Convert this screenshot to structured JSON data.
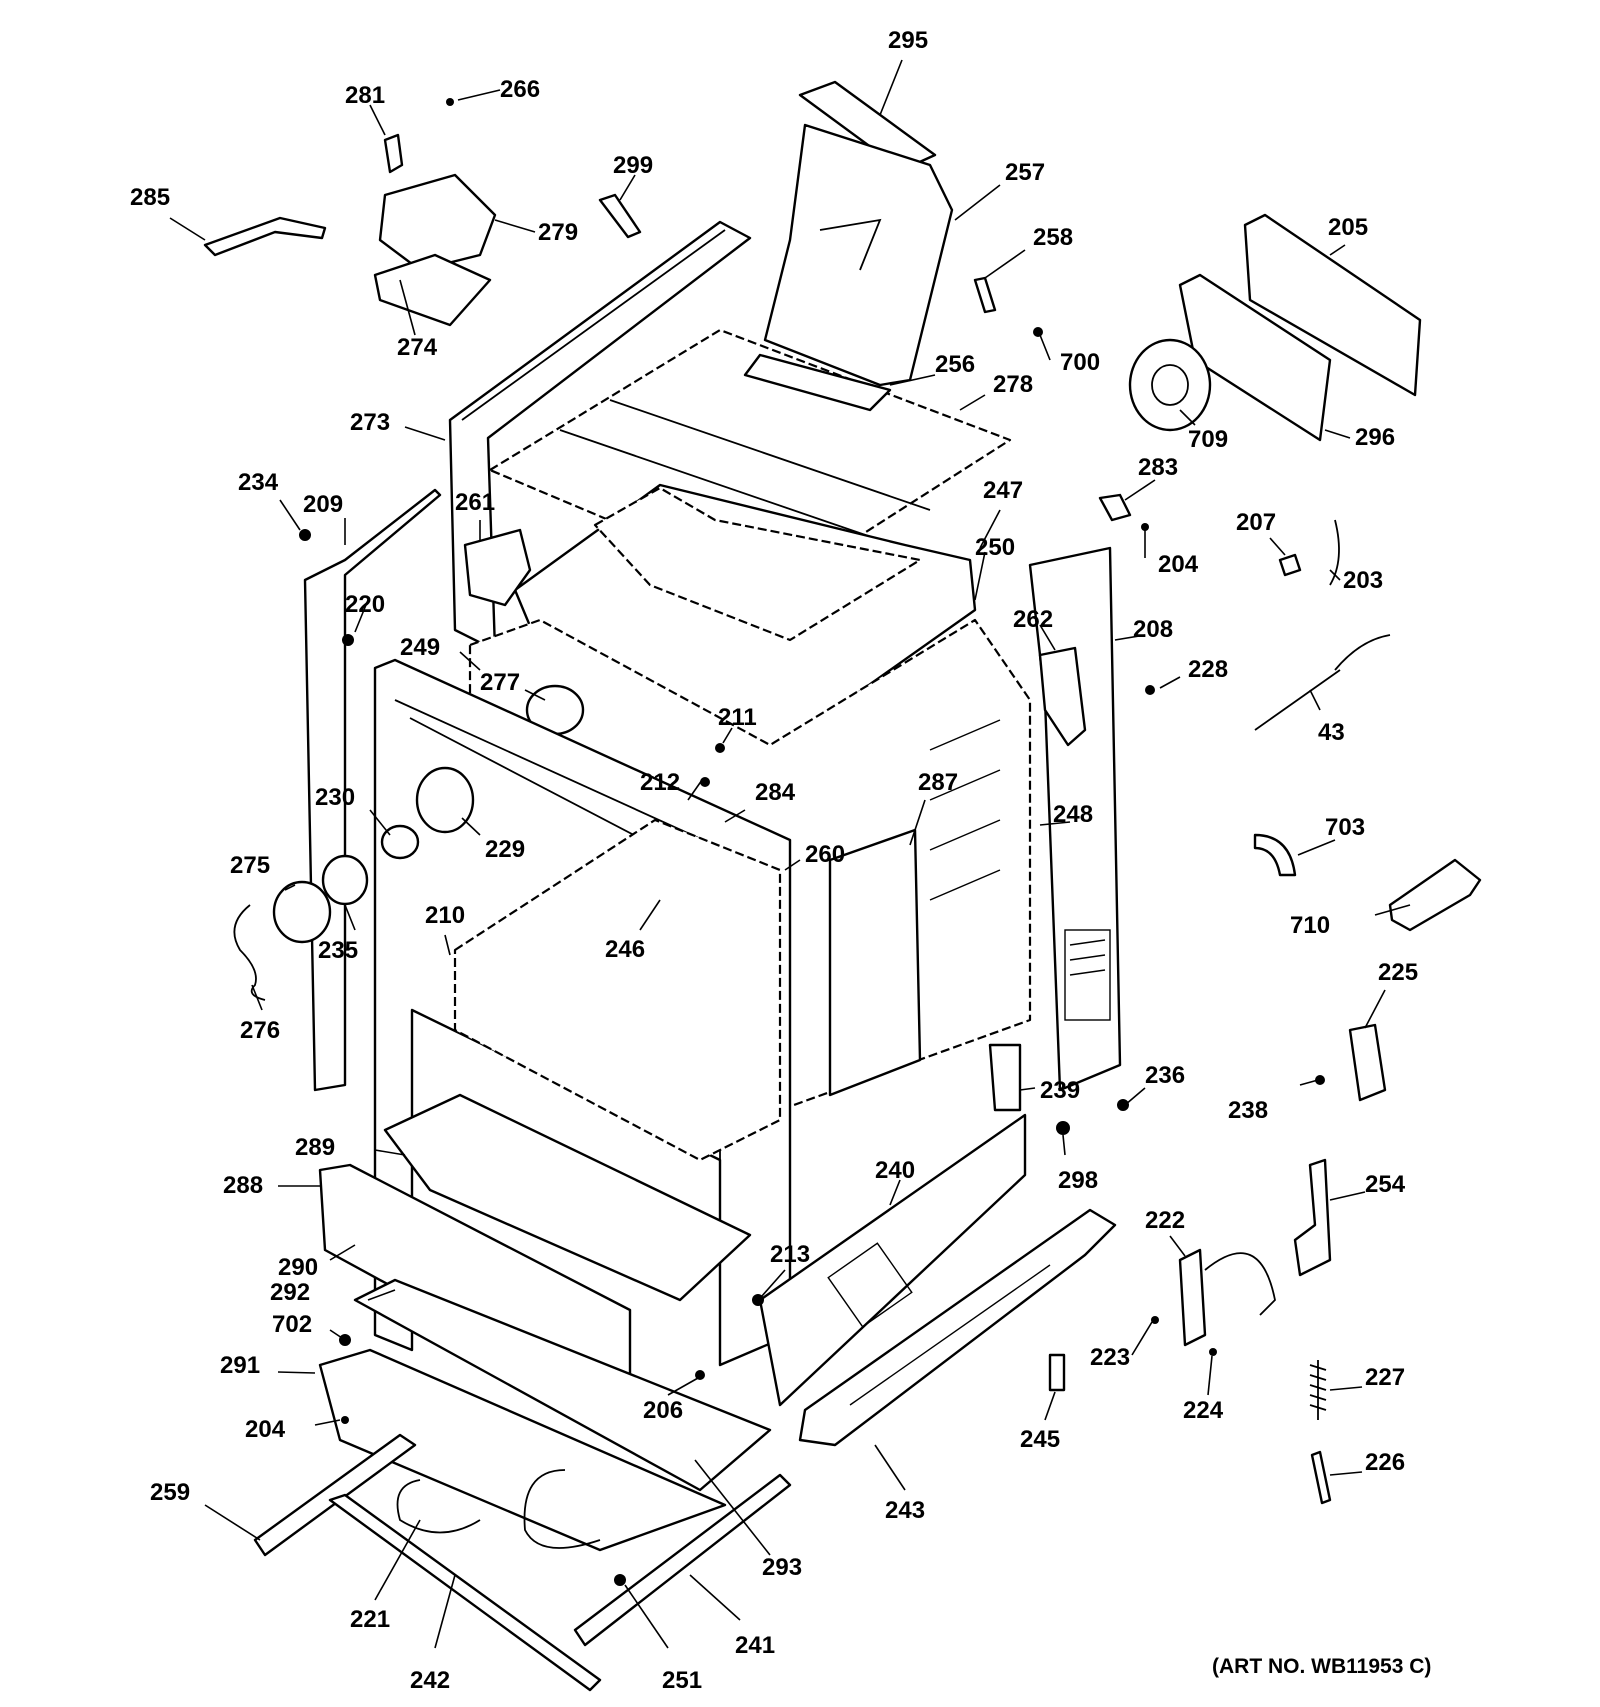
{
  "diagram": {
    "callouts": [
      {
        "id": "295",
        "label": "295"
      },
      {
        "id": "266",
        "label": "266"
      },
      {
        "id": "281",
        "label": "281"
      },
      {
        "id": "299",
        "label": "299"
      },
      {
        "id": "257",
        "label": "257"
      },
      {
        "id": "285",
        "label": "285"
      },
      {
        "id": "279",
        "label": "279"
      },
      {
        "id": "258",
        "label": "258"
      },
      {
        "id": "205",
        "label": "205"
      },
      {
        "id": "274",
        "label": "274"
      },
      {
        "id": "700",
        "label": "700"
      },
      {
        "id": "256",
        "label": "256"
      },
      {
        "id": "278",
        "label": "278"
      },
      {
        "id": "709",
        "label": "709"
      },
      {
        "id": "296",
        "label": "296"
      },
      {
        "id": "273",
        "label": "273"
      },
      {
        "id": "283",
        "label": "283"
      },
      {
        "id": "234",
        "label": "234"
      },
      {
        "id": "209",
        "label": "209"
      },
      {
        "id": "261",
        "label": "261"
      },
      {
        "id": "247",
        "label": "247"
      },
      {
        "id": "207",
        "label": "207"
      },
      {
        "id": "250",
        "label": "250"
      },
      {
        "id": "204a",
        "label": "204"
      },
      {
        "id": "203",
        "label": "203"
      },
      {
        "id": "220",
        "label": "220"
      },
      {
        "id": "262",
        "label": "262"
      },
      {
        "id": "208",
        "label": "208"
      },
      {
        "id": "249",
        "label": "249"
      },
      {
        "id": "228",
        "label": "228"
      },
      {
        "id": "277",
        "label": "277"
      },
      {
        "id": "43",
        "label": "43"
      },
      {
        "id": "211",
        "label": "211"
      },
      {
        "id": "287",
        "label": "287"
      },
      {
        "id": "212",
        "label": "212"
      },
      {
        "id": "284",
        "label": "284"
      },
      {
        "id": "230",
        "label": "230"
      },
      {
        "id": "248",
        "label": "248"
      },
      {
        "id": "703",
        "label": "703"
      },
      {
        "id": "260",
        "label": "260"
      },
      {
        "id": "275",
        "label": "275"
      },
      {
        "id": "229",
        "label": "229"
      },
      {
        "id": "210",
        "label": "210"
      },
      {
        "id": "710",
        "label": "710"
      },
      {
        "id": "246",
        "label": "246"
      },
      {
        "id": "235",
        "label": "235"
      },
      {
        "id": "225",
        "label": "225"
      },
      {
        "id": "276",
        "label": "276"
      },
      {
        "id": "236",
        "label": "236"
      },
      {
        "id": "239",
        "label": "239"
      },
      {
        "id": "238",
        "label": "238"
      },
      {
        "id": "289",
        "label": "289"
      },
      {
        "id": "240",
        "label": "240"
      },
      {
        "id": "298",
        "label": "298"
      },
      {
        "id": "288",
        "label": "288"
      },
      {
        "id": "254",
        "label": "254"
      },
      {
        "id": "222",
        "label": "222"
      },
      {
        "id": "290",
        "label": "290"
      },
      {
        "id": "213",
        "label": "213"
      },
      {
        "id": "292",
        "label": "292"
      },
      {
        "id": "702",
        "label": "702"
      },
      {
        "id": "223",
        "label": "223"
      },
      {
        "id": "291",
        "label": "291"
      },
      {
        "id": "206",
        "label": "206"
      },
      {
        "id": "227",
        "label": "227"
      },
      {
        "id": "224",
        "label": "224"
      },
      {
        "id": "245",
        "label": "245"
      },
      {
        "id": "204b",
        "label": "204"
      },
      {
        "id": "226",
        "label": "226"
      },
      {
        "id": "259",
        "label": "259"
      },
      {
        "id": "243",
        "label": "243"
      },
      {
        "id": "293",
        "label": "293"
      },
      {
        "id": "221",
        "label": "221"
      },
      {
        "id": "241",
        "label": "241"
      },
      {
        "id": "242",
        "label": "242"
      },
      {
        "id": "251",
        "label": "251"
      }
    ],
    "art_number": "(ART NO. WB11953 C)"
  }
}
